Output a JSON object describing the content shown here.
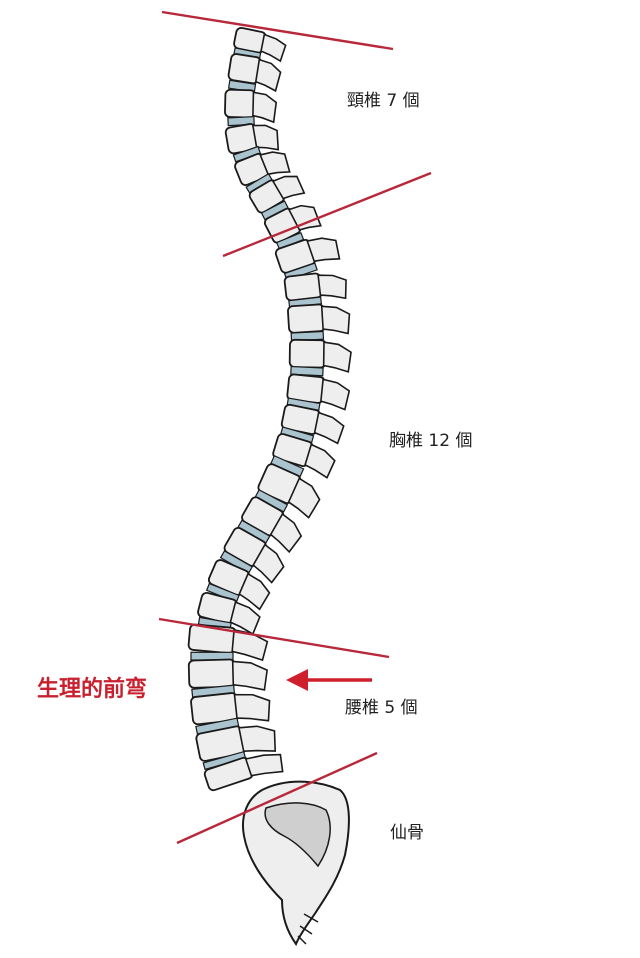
{
  "labels": {
    "cervical": "頸椎 7 個",
    "thoracic": "胸椎 12 個",
    "lumbar": "腰椎 5 個",
    "sacrum": "仙骨",
    "lordosis": "生理的前弯"
  },
  "colors": {
    "divider_line": "#b8283a",
    "arrow": "#d01f2c",
    "lordosis_text": "#c8202e",
    "bone_fill": "#eeeeee",
    "bone_outline": "#1a1a1a",
    "disc_fill": "#a9c3cf"
  },
  "icons": {
    "arrow": "arrow-left-icon"
  }
}
